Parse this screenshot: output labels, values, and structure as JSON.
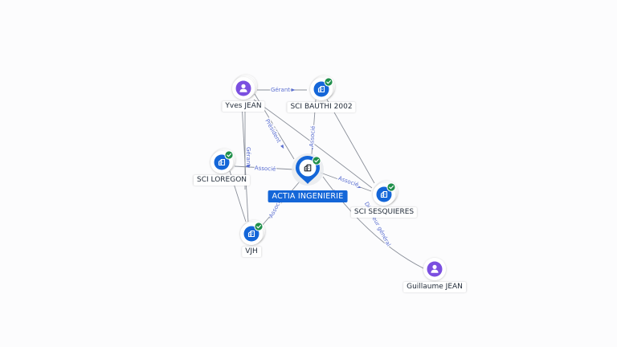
{
  "colors": {
    "company": "#1466d8",
    "person": "#7b4fe0",
    "badge": "#1f8f4a",
    "edge": "#8a8f99",
    "edge_label": "#5b6fd1"
  },
  "icons": {
    "company": "building-icon",
    "person": "person-icon",
    "badge": "check-badge-icon",
    "arrow": "arrow-icon"
  },
  "nodes": [
    {
      "id": "yves",
      "label": "Yves JEAN",
      "type": "person",
      "stacked": true
    },
    {
      "id": "bauthi",
      "label": "SCI BAUTHI 2002",
      "type": "company",
      "verified": true,
      "stacked": true
    },
    {
      "id": "loregon",
      "label": "SCI LOREGON",
      "type": "company",
      "verified": true,
      "stacked": true
    },
    {
      "id": "actia",
      "label": "ACTIA INGENIERIE",
      "type": "company",
      "verified": true,
      "main": true
    },
    {
      "id": "sesquieres",
      "label": "SCI SESQUIERES",
      "type": "company",
      "verified": true,
      "stacked": true
    },
    {
      "id": "vjh",
      "label": "VJH",
      "type": "company",
      "verified": true,
      "stacked": true
    },
    {
      "id": "guillaume",
      "label": "Guillaume JEAN",
      "type": "person"
    }
  ],
  "edges": [
    {
      "from": "yves",
      "to": "bauthi",
      "label": "Gérant"
    },
    {
      "from": "yves",
      "to": "actia",
      "label": "Président"
    },
    {
      "from": "yves",
      "to": "loregon",
      "label": "Gérant"
    },
    {
      "from": "yves",
      "to": "vjh",
      "label": ""
    },
    {
      "from": "yves",
      "to": "sesquieres",
      "label": ""
    },
    {
      "from": "bauthi",
      "to": "actia",
      "label": "Associé"
    },
    {
      "from": "bauthi",
      "to": "sesquieres",
      "label": ""
    },
    {
      "from": "loregon",
      "to": "actia",
      "label": "Associé"
    },
    {
      "from": "loregon",
      "to": "vjh",
      "label": ""
    },
    {
      "from": "vjh",
      "to": "actia",
      "label": "Associé"
    },
    {
      "from": "sesquieres",
      "to": "actia",
      "label": "Associé"
    },
    {
      "from": "guillaume",
      "to": "actia",
      "label": "Directeur général"
    }
  ]
}
